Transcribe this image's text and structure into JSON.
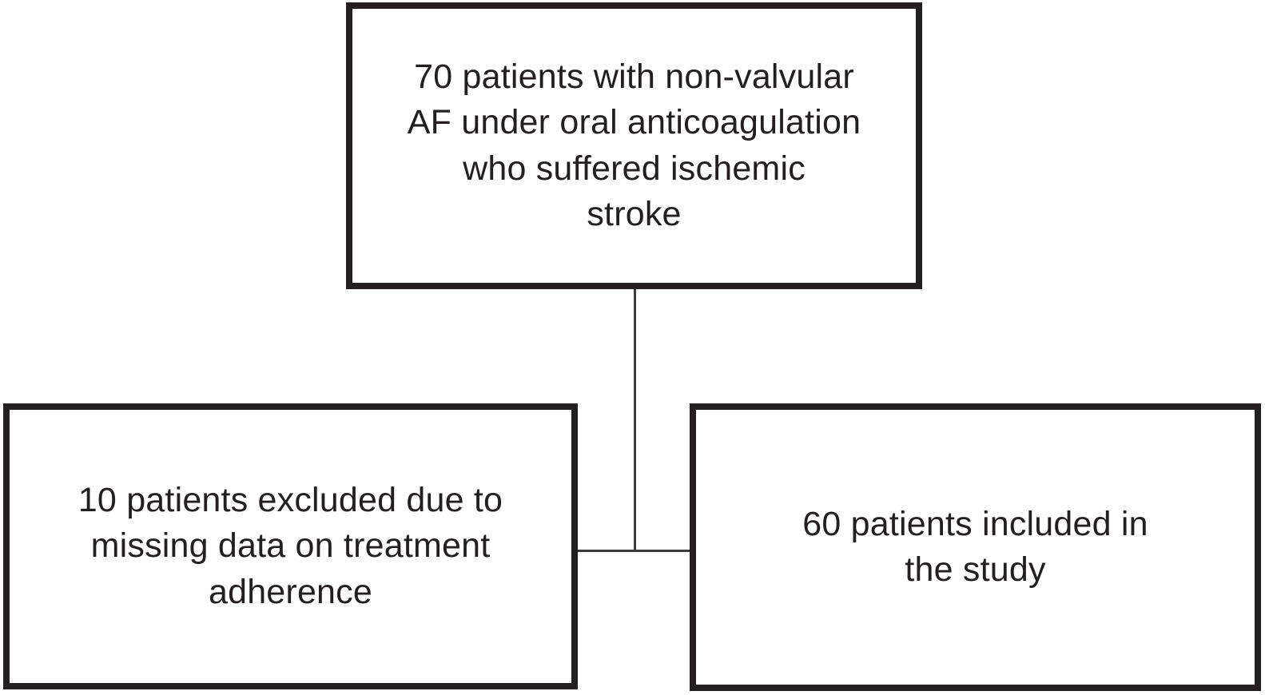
{
  "diagram": {
    "type": "study-flowchart",
    "background_color": "#ffffff",
    "box_border_color": "#231f20",
    "text_color": "#231f20",
    "connector_color": "#3c3a3a",
    "boxes": {
      "top": {
        "name": "total-cohort",
        "label": "70 patients with non-valvular\nAF under oral anticoagulation\nwho suffered ischemic\nstroke",
        "count": 70
      },
      "bottom_left": {
        "name": "excluded",
        "label": "10 patients excluded due to\nmissing data on treatment\nadherence",
        "count": 10
      },
      "bottom_right": {
        "name": "included",
        "label": "60 patients included in\nthe study",
        "count": 60
      }
    },
    "edges": [
      {
        "from": "total-cohort",
        "to": "excluded"
      },
      {
        "from": "total-cohort",
        "to": "included"
      }
    ]
  }
}
